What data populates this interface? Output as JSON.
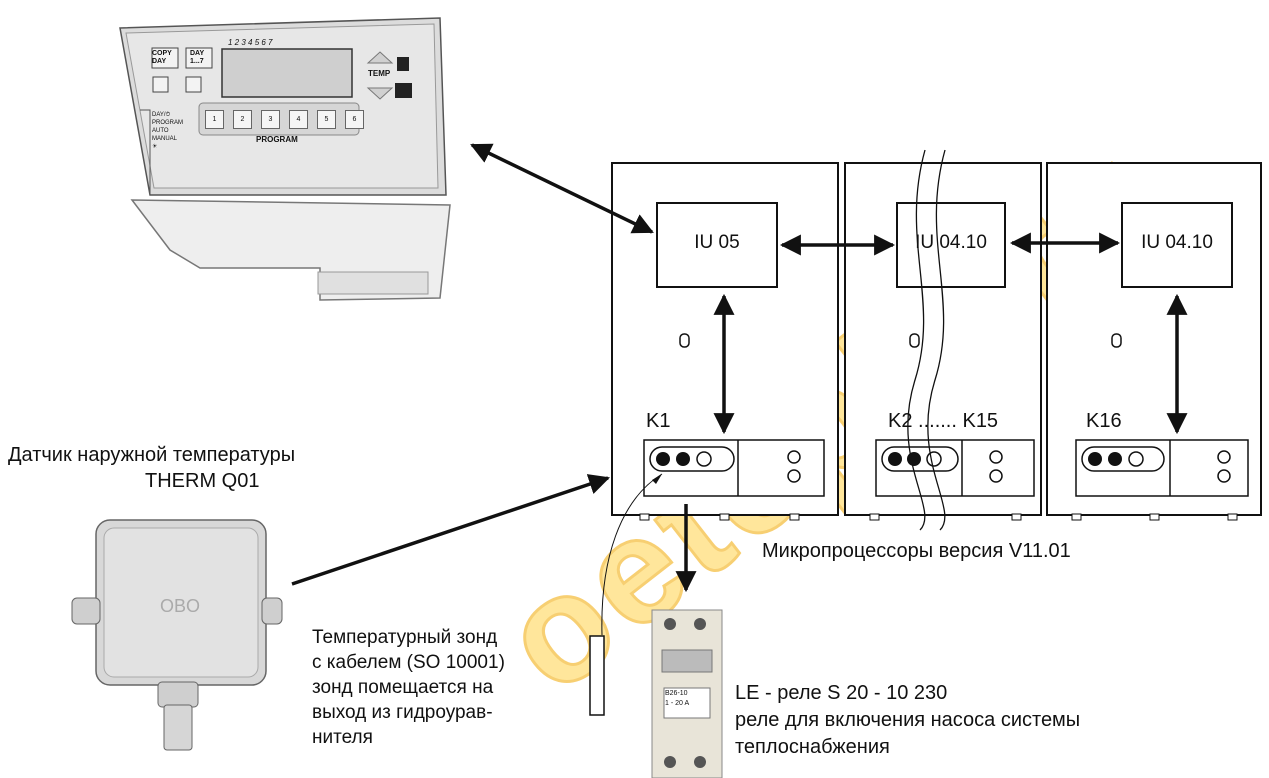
{
  "controller": {
    "copy_day": "COPY\nDAY",
    "day": "DAY",
    "day_sub": "1...7",
    "days_row": "1  2  3  4  5  6  7",
    "temp": "TEMP",
    "program": "PROGRAM",
    "program_buttons": [
      "1",
      "2",
      "3",
      "4",
      "5",
      "6"
    ],
    "modes": [
      "DAY/⏱",
      "PROGRAM",
      "AUTO",
      "MANUAL",
      "☀"
    ]
  },
  "modules": [
    {
      "unit": "IU 05",
      "k_label": "K1"
    },
    {
      "unit": "IU 04.10",
      "k_label": "K2 ....... K15"
    },
    {
      "unit": "IU 04.10",
      "k_label": "K16"
    }
  ],
  "sensor": {
    "title_line1": "Датчик наружной температуры",
    "title_line2": "THERM  Q01"
  },
  "microprocessors_label": "Микропроцессоры  версия V11.01",
  "probe_text": [
    "Температурный зонд",
    "с кабелем (SO 10001)",
    "зонд помещается на",
    "выход из гидроурав-",
    "нителя"
  ],
  "relay_text": [
    "LE - реле S 20 - 10 230",
    "реле для включения насоса системы",
    "теплоснабжения"
  ],
  "relay_device": {
    "line1": "B26-10",
    "line2": "1 - 20 A"
  },
  "watermark": "oeteplo.ru"
}
